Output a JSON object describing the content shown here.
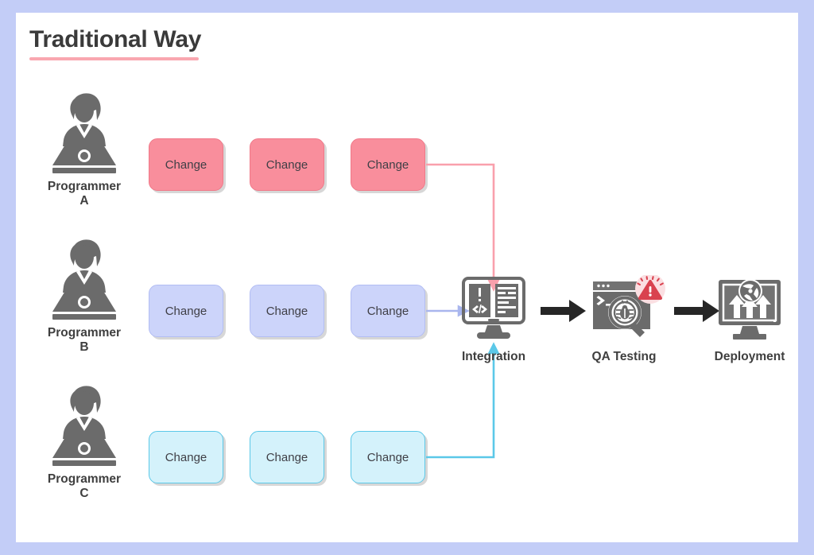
{
  "page": {
    "title": "Traditional Way",
    "frame_color": "#c3cdf7",
    "panel_color": "#ffffff",
    "title_underline_color": "#f9a7b0"
  },
  "programmers": [
    {
      "id": "a",
      "label": "Programmer\nA",
      "icon": "programmer-laptop-icon",
      "accent": "#f98e9c",
      "changes": [
        {
          "label": "Change"
        },
        {
          "label": "Change"
        },
        {
          "label": "Change"
        }
      ]
    },
    {
      "id": "b",
      "label": "Programmer\nB",
      "icon": "programmer-laptop-icon",
      "accent": "#ccd4fa",
      "changes": [
        {
          "label": "Change"
        },
        {
          "label": "Change"
        },
        {
          "label": "Change"
        }
      ]
    },
    {
      "id": "c",
      "label": "Programmer\nC",
      "icon": "programmer-laptop-icon",
      "accent": "#d4f2fb",
      "changes": [
        {
          "label": "Change"
        },
        {
          "label": "Change"
        },
        {
          "label": "Change"
        }
      ]
    }
  ],
  "connectors": [
    {
      "name": "programmer-a-to-integration",
      "color": "#f9a0ac",
      "from": "Programmer A change 3",
      "to": "Integration",
      "path": "right-then-down"
    },
    {
      "name": "programmer-b-to-integration",
      "color": "#a9b6ee",
      "from": "Programmer B change 3",
      "to": "Integration",
      "path": "straight-right"
    },
    {
      "name": "programmer-c-to-integration",
      "color": "#5bc8e8",
      "from": "Programmer C change 3",
      "to": "Integration",
      "path": "right-then-up"
    },
    {
      "name": "integration-to-qa",
      "color": "#262626",
      "from": "Integration",
      "to": "QA Testing",
      "path": "straight-right"
    },
    {
      "name": "qa-to-deployment",
      "color": "#262626",
      "from": "QA Testing",
      "to": "Deployment",
      "path": "straight-right"
    }
  ],
  "stages": [
    {
      "id": "integration",
      "label": "Integration",
      "icon": "monitor-code-icon"
    },
    {
      "id": "qa",
      "label": "QA Testing",
      "icon": "bug-magnifier-icon",
      "badge": "warning-triangle-icon",
      "badge_color": "#d9424f"
    },
    {
      "id": "deployment",
      "label": "Deployment",
      "icon": "monitor-upload-globe-icon"
    }
  ],
  "colors": {
    "icon_gray": "#6b6b6b",
    "text_dark": "#3f3f3f",
    "pink": "#f98e9c",
    "periwinkle": "#ccd4fa",
    "cyan": "#d4f2fb",
    "cyan_border": "#5bc8e8",
    "warning_red": "#d9424f",
    "warning_halo": "#fbdfe2"
  }
}
